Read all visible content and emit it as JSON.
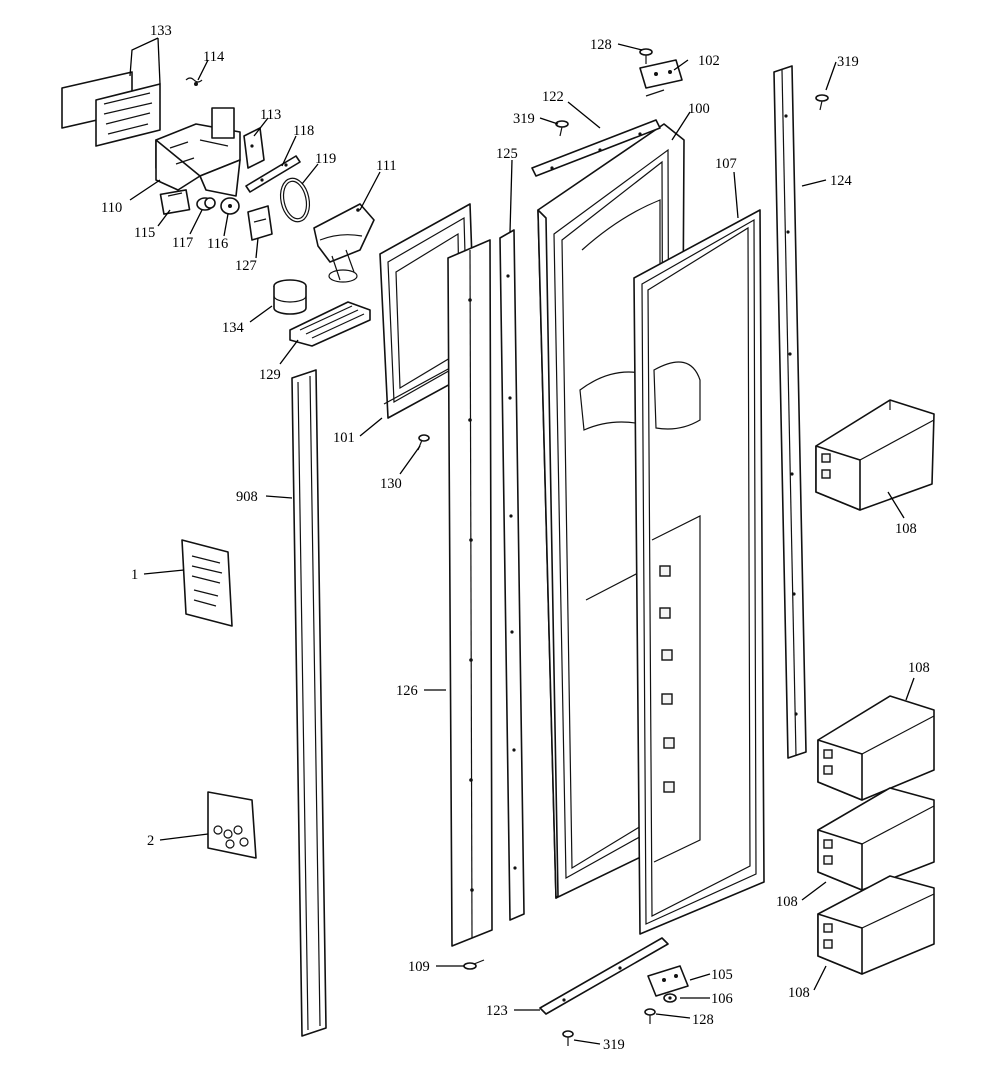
{
  "diagram": {
    "callouts": [
      {
        "id": "c133",
        "text": "133"
      },
      {
        "id": "c114",
        "text": "114"
      },
      {
        "id": "c113",
        "text": "113"
      },
      {
        "id": "c118",
        "text": "118"
      },
      {
        "id": "c119",
        "text": "119"
      },
      {
        "id": "c111",
        "text": "111"
      },
      {
        "id": "c110",
        "text": "110"
      },
      {
        "id": "c115",
        "text": "115"
      },
      {
        "id": "c117",
        "text": "117"
      },
      {
        "id": "c116",
        "text": "116"
      },
      {
        "id": "c127",
        "text": "127"
      },
      {
        "id": "c134",
        "text": "134"
      },
      {
        "id": "c129",
        "text": "129"
      },
      {
        "id": "c101",
        "text": "101"
      },
      {
        "id": "c130",
        "text": "130"
      },
      {
        "id": "c908",
        "text": "908"
      },
      {
        "id": "c1",
        "text": "1"
      },
      {
        "id": "c2",
        "text": "2"
      },
      {
        "id": "c126",
        "text": "126"
      },
      {
        "id": "c125",
        "text": "125"
      },
      {
        "id": "c128a",
        "text": "128"
      },
      {
        "id": "c102",
        "text": "102"
      },
      {
        "id": "c122",
        "text": "122"
      },
      {
        "id": "c319a",
        "text": "319"
      },
      {
        "id": "c100",
        "text": "100"
      },
      {
        "id": "c107",
        "text": "107"
      },
      {
        "id": "c319b",
        "text": "319"
      },
      {
        "id": "c124",
        "text": "124"
      },
      {
        "id": "c108a",
        "text": "108"
      },
      {
        "id": "c108b",
        "text": "108"
      },
      {
        "id": "c108c",
        "text": "108"
      },
      {
        "id": "c108d",
        "text": "108"
      },
      {
        "id": "c109",
        "text": "109"
      },
      {
        "id": "c123",
        "text": "123"
      },
      {
        "id": "c105",
        "text": "105"
      },
      {
        "id": "c106",
        "text": "106"
      },
      {
        "id": "c128b",
        "text": "128"
      },
      {
        "id": "c319c",
        "text": "319"
      }
    ]
  }
}
